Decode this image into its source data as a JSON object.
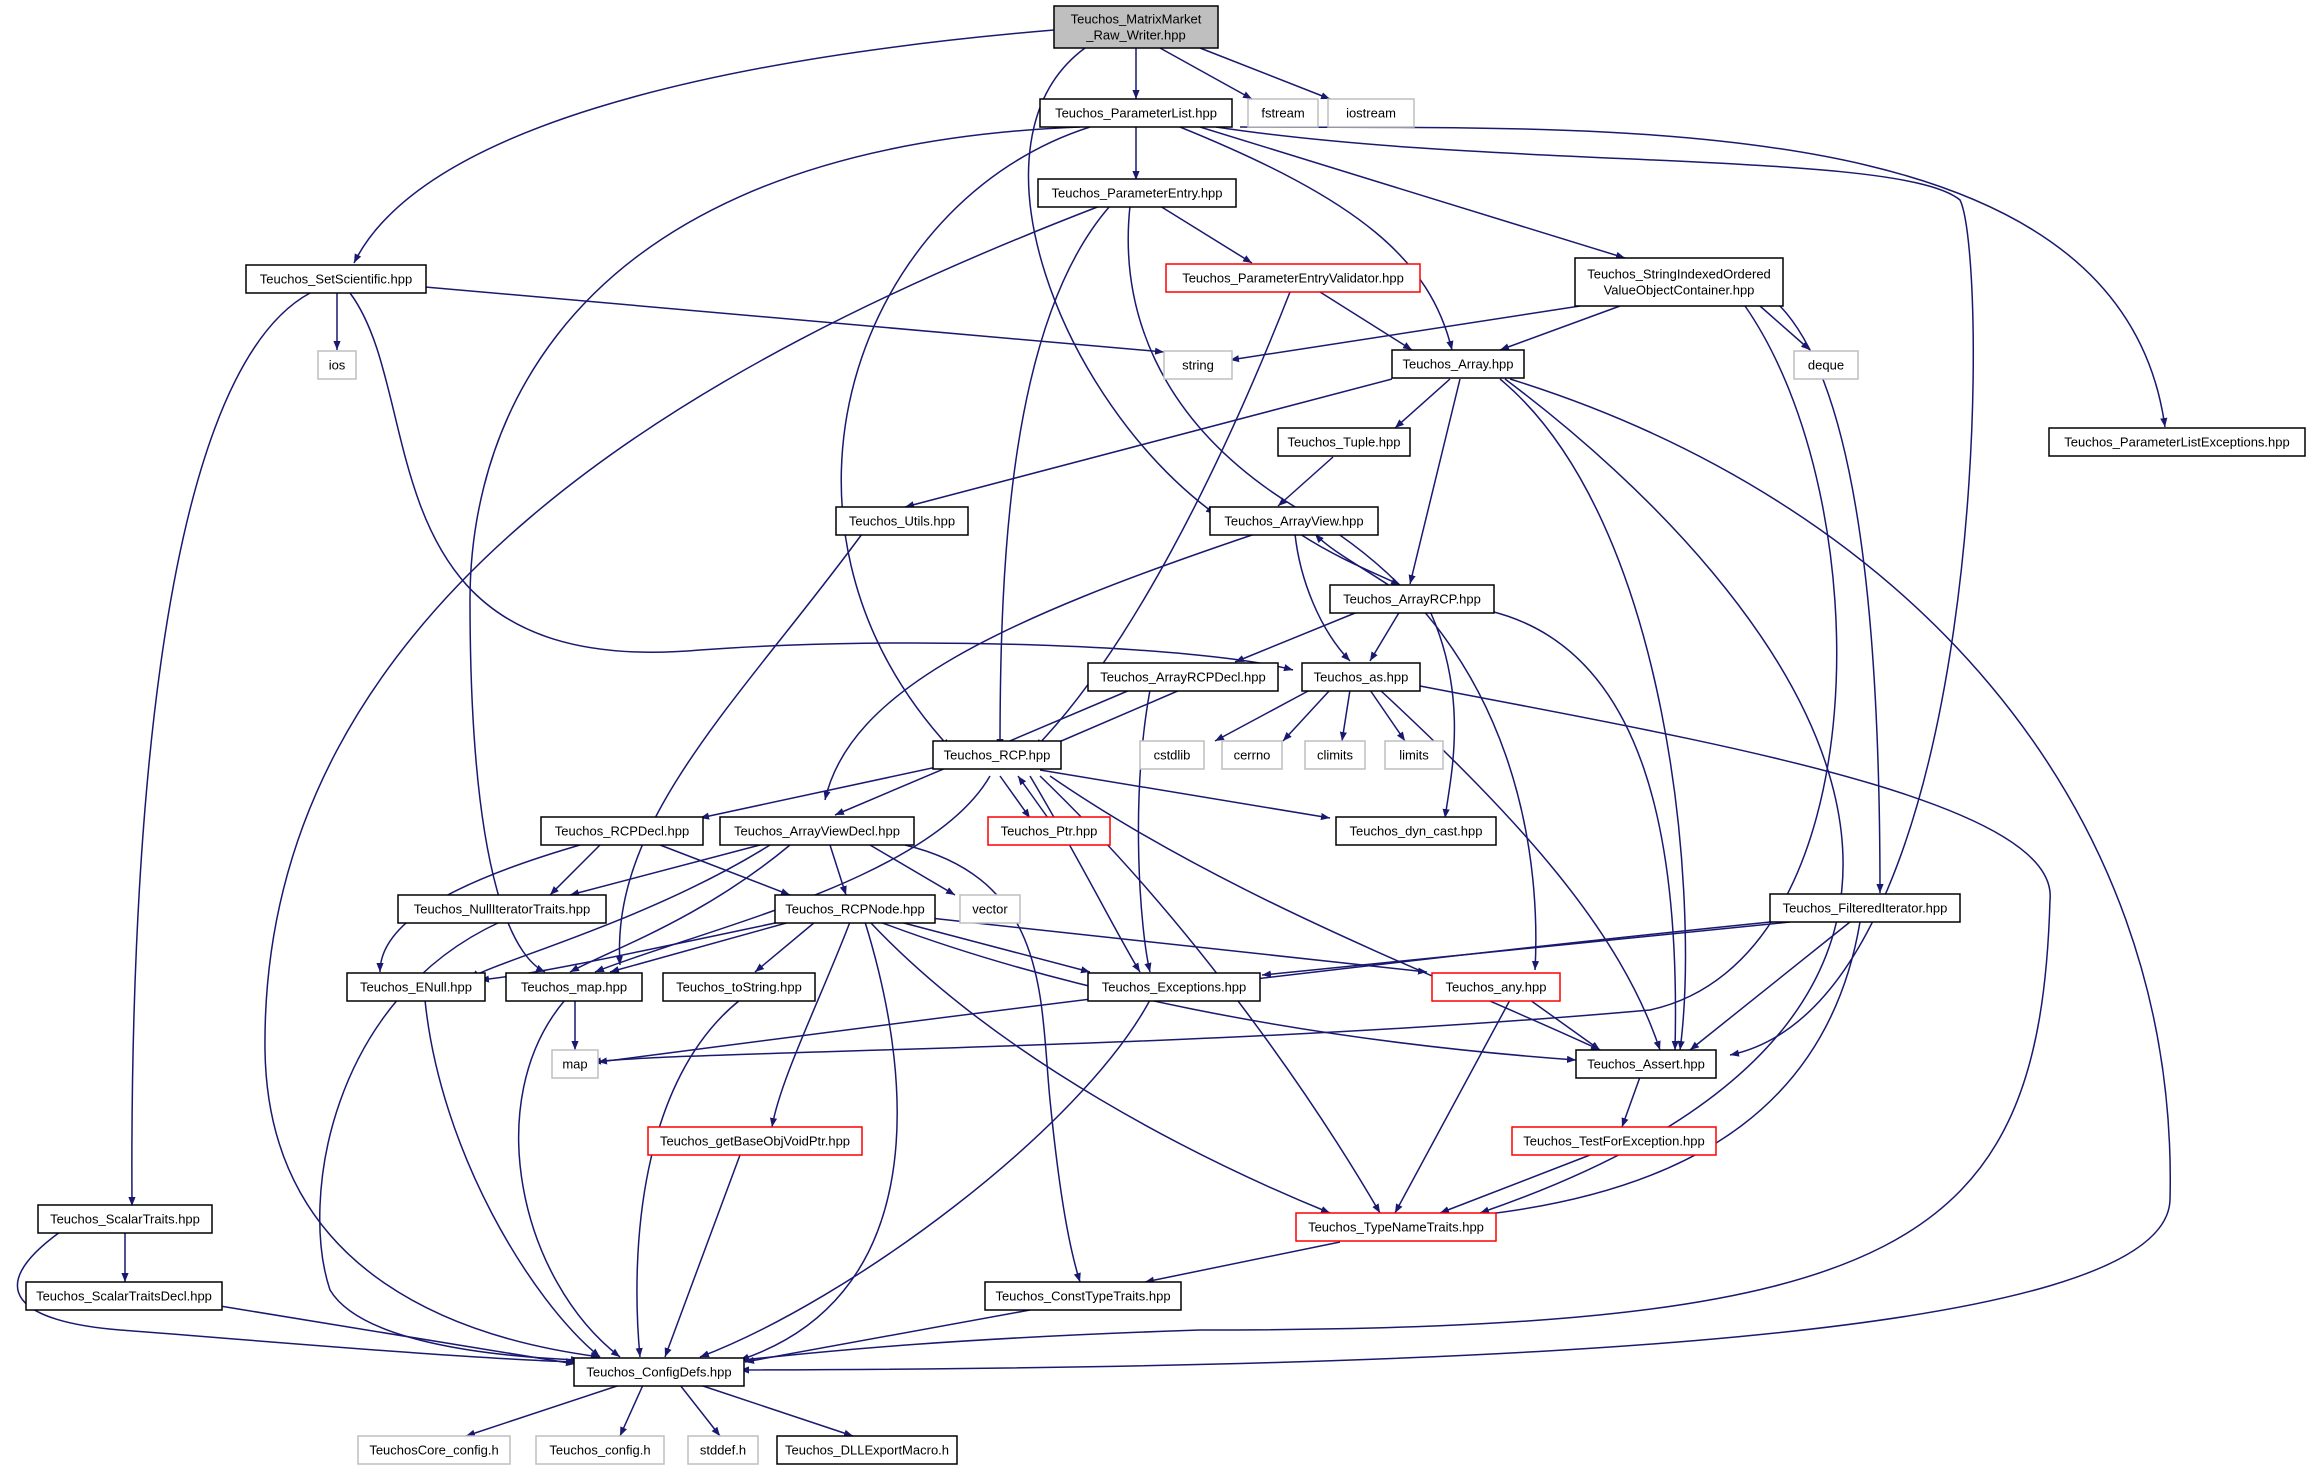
{
  "colors": {
    "edge": "#191970",
    "root_fill": "#bfbfbf",
    "root_border": "#000000",
    "doc_border": "#000000",
    "red_border": "#ff0000",
    "sys_border": "#bfbfbf",
    "sys_text": "#000000"
  },
  "nodes": [
    {
      "id": "n_root",
      "lines": [
        "Teuchos_MatrixMarket",
        "_Raw_Writer.hpp"
      ],
      "kind": "root"
    },
    {
      "id": "n_fstream",
      "lines": [
        "fstream"
      ],
      "kind": "sys"
    },
    {
      "id": "n_iostream",
      "lines": [
        "iostream"
      ],
      "kind": "sys"
    },
    {
      "id": "n_plist",
      "lines": [
        "Teuchos_ParameterList.hpp"
      ],
      "kind": "doc"
    },
    {
      "id": "n_setsci",
      "lines": [
        "Teuchos_SetScientific.hpp"
      ],
      "kind": "doc"
    },
    {
      "id": "n_pentry",
      "lines": [
        "Teuchos_ParameterEntry.hpp"
      ],
      "kind": "doc"
    },
    {
      "id": "n_pentryval",
      "lines": [
        "Teuchos_ParameterEntryValidator.hpp"
      ],
      "kind": "red"
    },
    {
      "id": "n_sioc",
      "lines": [
        "Teuchos_StringIndexedOrdered",
        "ValueObjectContainer.hpp"
      ],
      "kind": "doc"
    },
    {
      "id": "n_ios",
      "lines": [
        "ios"
      ],
      "kind": "sys"
    },
    {
      "id": "n_string",
      "lines": [
        "string"
      ],
      "kind": "sys"
    },
    {
      "id": "n_array",
      "lines": [
        "Teuchos_Array.hpp"
      ],
      "kind": "doc"
    },
    {
      "id": "n_deque",
      "lines": [
        "deque"
      ],
      "kind": "sys"
    },
    {
      "id": "n_plistexc",
      "lines": [
        "Teuchos_ParameterListExceptions.hpp"
      ],
      "kind": "doc"
    },
    {
      "id": "n_tuple",
      "lines": [
        "Teuchos_Tuple.hpp"
      ],
      "kind": "doc"
    },
    {
      "id": "n_utils",
      "lines": [
        "Teuchos_Utils.hpp"
      ],
      "kind": "doc"
    },
    {
      "id": "n_arrayview",
      "lines": [
        "Teuchos_ArrayView.hpp"
      ],
      "kind": "doc"
    },
    {
      "id": "n_arrayrcp",
      "lines": [
        "Teuchos_ArrayRCP.hpp"
      ],
      "kind": "doc"
    },
    {
      "id": "n_arrayrcpdecl",
      "lines": [
        "Teuchos_ArrayRCPDecl.hpp"
      ],
      "kind": "doc"
    },
    {
      "id": "n_as",
      "lines": [
        "Teuchos_as.hpp"
      ],
      "kind": "doc"
    },
    {
      "id": "n_rcp",
      "lines": [
        "Teuchos_RCP.hpp"
      ],
      "kind": "doc"
    },
    {
      "id": "n_cstdlib",
      "lines": [
        "cstdlib"
      ],
      "kind": "sys"
    },
    {
      "id": "n_cerrno",
      "lines": [
        "cerrno"
      ],
      "kind": "sys"
    },
    {
      "id": "n_climits",
      "lines": [
        "climits"
      ],
      "kind": "sys"
    },
    {
      "id": "n_limits",
      "lines": [
        "limits"
      ],
      "kind": "sys"
    },
    {
      "id": "n_rcpdecl",
      "lines": [
        "Teuchos_RCPDecl.hpp"
      ],
      "kind": "doc"
    },
    {
      "id": "n_arrayviewdecl",
      "lines": [
        "Teuchos_ArrayViewDecl.hpp"
      ],
      "kind": "doc"
    },
    {
      "id": "n_ptr",
      "lines": [
        "Teuchos_Ptr.hpp"
      ],
      "kind": "red"
    },
    {
      "id": "n_dyncast",
      "lines": [
        "Teuchos_dyn_cast.hpp"
      ],
      "kind": "doc"
    },
    {
      "id": "n_nulliter",
      "lines": [
        "Teuchos_NullIteratorTraits.hpp"
      ],
      "kind": "doc"
    },
    {
      "id": "n_rcpnode",
      "lines": [
        "Teuchos_RCPNode.hpp"
      ],
      "kind": "doc"
    },
    {
      "id": "n_vector",
      "lines": [
        "vector"
      ],
      "kind": "sys"
    },
    {
      "id": "n_filtered",
      "lines": [
        "Teuchos_FilteredIterator.hpp"
      ],
      "kind": "doc"
    },
    {
      "id": "n_enull",
      "lines": [
        "Teuchos_ENull.hpp"
      ],
      "kind": "doc"
    },
    {
      "id": "n_map",
      "lines": [
        "Teuchos_map.hpp"
      ],
      "kind": "doc"
    },
    {
      "id": "n_tostring",
      "lines": [
        "Teuchos_toString.hpp"
      ],
      "kind": "doc"
    },
    {
      "id": "n_exceptions",
      "lines": [
        "Teuchos_Exceptions.hpp"
      ],
      "kind": "doc"
    },
    {
      "id": "n_any",
      "lines": [
        "Teuchos_any.hpp"
      ],
      "kind": "red"
    },
    {
      "id": "n_mapsys",
      "lines": [
        "map"
      ],
      "kind": "sys"
    },
    {
      "id": "n_assert",
      "lines": [
        "Teuchos_Assert.hpp"
      ],
      "kind": "doc"
    },
    {
      "id": "n_getbase",
      "lines": [
        "Teuchos_getBaseObjVoidPtr.hpp"
      ],
      "kind": "red"
    },
    {
      "id": "n_testfor",
      "lines": [
        "Teuchos_TestForException.hpp"
      ],
      "kind": "red"
    },
    {
      "id": "n_scalartraits",
      "lines": [
        "Teuchos_ScalarTraits.hpp"
      ],
      "kind": "doc"
    },
    {
      "id": "n_typename",
      "lines": [
        "Teuchos_TypeNameTraits.hpp"
      ],
      "kind": "red"
    },
    {
      "id": "n_scalardecl",
      "lines": [
        "Teuchos_ScalarTraitsDecl.hpp"
      ],
      "kind": "doc"
    },
    {
      "id": "n_consttype",
      "lines": [
        "Teuchos_ConstTypeTraits.hpp"
      ],
      "kind": "doc"
    },
    {
      "id": "n_configdefs",
      "lines": [
        "Teuchos_ConfigDefs.hpp"
      ],
      "kind": "doc"
    },
    {
      "id": "n_corecfg",
      "lines": [
        "TeuchosCore_config.h"
      ],
      "kind": "sys"
    },
    {
      "id": "n_tcfg",
      "lines": [
        "Teuchos_config.h"
      ],
      "kind": "sys"
    },
    {
      "id": "n_stddef",
      "lines": [
        "stddef.h"
      ],
      "kind": "sys"
    },
    {
      "id": "n_dllexport",
      "lines": [
        "Teuchos_DLLExportMacro.h"
      ],
      "kind": "doc"
    }
  ]
}
